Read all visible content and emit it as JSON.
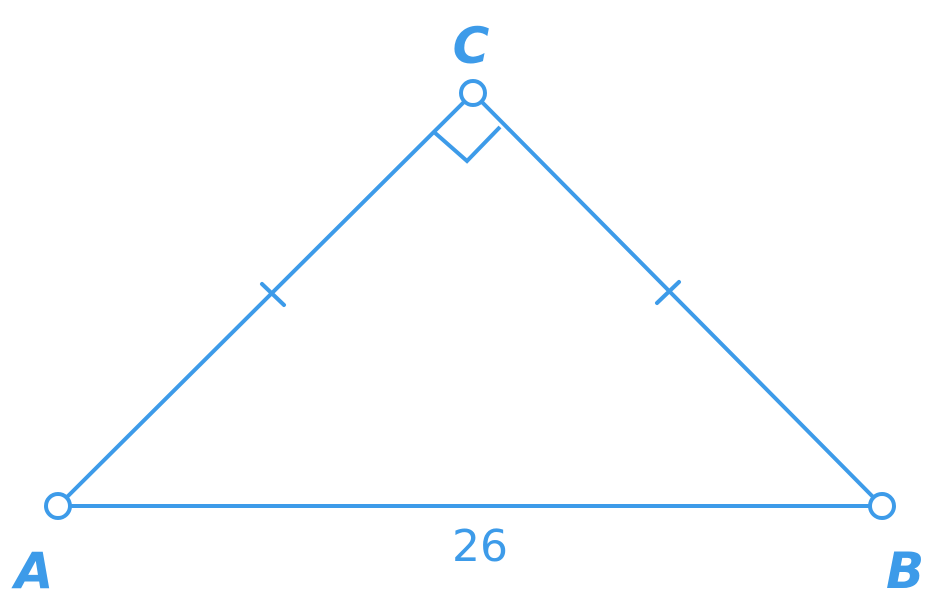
{
  "diagram": {
    "color": "#3d9be9",
    "vertices": {
      "A": {
        "label": "A"
      },
      "B": {
        "label": "B"
      },
      "C": {
        "label": "C"
      }
    },
    "side_AB_label": "26",
    "right_angle_at": "C",
    "equal_sides": [
      "AC",
      "BC"
    ]
  }
}
